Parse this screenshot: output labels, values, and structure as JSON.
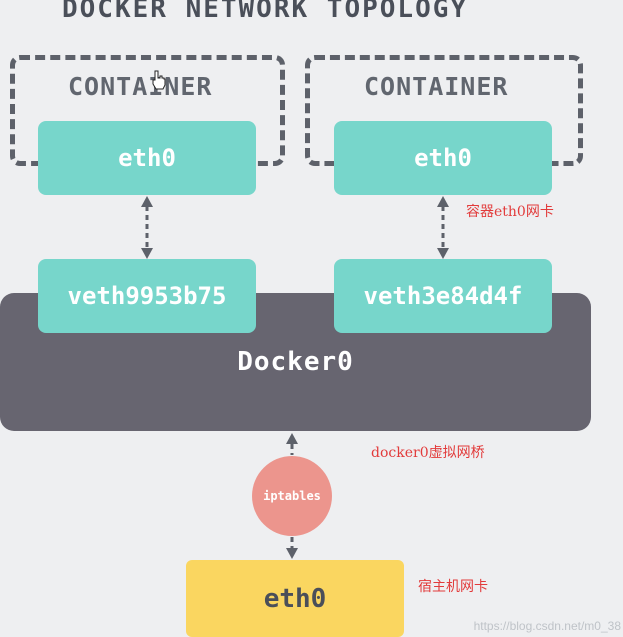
{
  "title": "DOCKER NETWORK TOPOLOGY",
  "containers": [
    {
      "label": "CONTAINER",
      "eth": "eth0",
      "veth": "veth9953b75"
    },
    {
      "label": "CONTAINER",
      "eth": "eth0",
      "veth": "veth3e84d4f"
    }
  ],
  "bridge": {
    "label": "Docker0"
  },
  "iptables": {
    "label": "iptables"
  },
  "host": {
    "eth": "eth0"
  },
  "annotations": {
    "container_nic": "容器eth0网卡",
    "docker0_bridge": "docker0虚拟网桥",
    "host_nic": "宿主机网卡"
  },
  "watermark": "https://blog.csdn.net/m0_38",
  "colors": {
    "background": "#eeeff1",
    "teal": "#77d6cb",
    "bridge": "#676570",
    "iptables": "#ec958d",
    "host": "#fad660",
    "annotation": "#e23b3b"
  }
}
